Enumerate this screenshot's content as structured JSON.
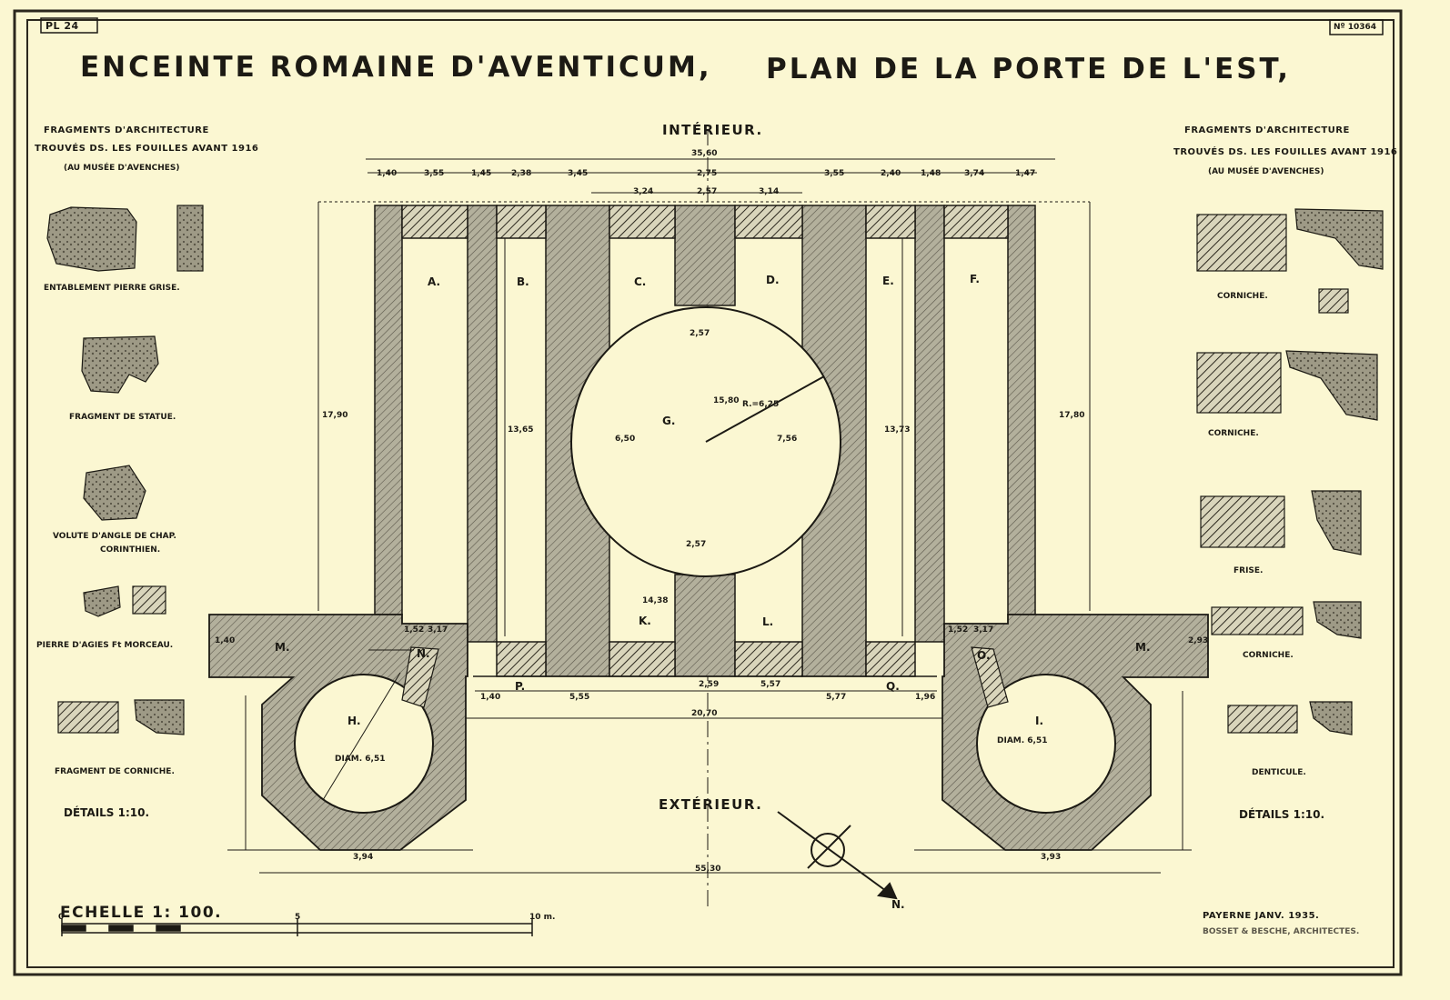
{
  "sheet": {
    "badge": "PL 24",
    "ref": "Nº 10364",
    "title_left": "ENCEINTE ROMAINE D'AVENTICUM,",
    "title_right": "PLAN DE LA PORTE DE L'EST,",
    "interior": "INTÉRIEUR.",
    "exterior": "EXTÉRIEUR.",
    "north": "N.",
    "scale": "ECHELLE 1: 100.",
    "scale_start": "0",
    "scale_mid": "5",
    "scale_end": "10 m.",
    "date": "PAYERNE JANV. 1935.",
    "architects": "BOSSET & BESCHE, ARCHITECTES."
  },
  "left_panel": {
    "heading_1": "FRAGMENTS D'ARCHITECTURE",
    "heading_2": "TROUVÉS DS. LES FOUILLES AVANT 1916",
    "heading_3": "(AU MUSÉE D'AVENCHES)",
    "items": [
      {
        "caption": "ENTABLEMENT PIERRE GRISE."
      },
      {
        "caption": "FRAGMENT DE STATUE."
      },
      {
        "caption": "VOLUTE D'ANGLE DE CHAP.",
        "caption2": "CORINTHIEN."
      },
      {
        "caption": "PIERRE D'AGIES Ft MORCEAU."
      },
      {
        "caption": "FRAGMENT DE CORNICHE."
      }
    ],
    "details": "DÉTAILS 1:10."
  },
  "right_panel": {
    "heading_1": "FRAGMENTS D'ARCHITECTURE",
    "heading_2": "TROUVÉS DS. LES FOUILLES AVANT 1916",
    "heading_3": "(AU MUSÉE D'AVENCHES)",
    "items": [
      {
        "caption": "CORNICHE."
      },
      {
        "caption": "CORNICHE."
      },
      {
        "caption": "FRISE."
      },
      {
        "caption": "CORNICHE."
      },
      {
        "caption": "DENTICULE."
      }
    ],
    "details": "DÉTAILS 1:10."
  },
  "plan": {
    "rooms": [
      "A.",
      "B.",
      "C.",
      "D.",
      "E.",
      "F.",
      "G.",
      "H.",
      "I.",
      "K.",
      "L.",
      "M.",
      "N.",
      "O.",
      "P.",
      "Q."
    ],
    "dims": {
      "overall_top": "35,60",
      "overall_bottom": "55,30",
      "inner_bottom": "20,70",
      "top_1": "1,40",
      "top_2": "3,55",
      "top_3": "1,45",
      "top_4": "2,38",
      "top_5": "3,45",
      "top_6": "2,75",
      "top_7": "3,55",
      "top_8": "2,40",
      "top_9": "1,48",
      "top_10": "3,74",
      "top_11": "1,47",
      "top_c1": "3,24",
      "top_c2": "2,57",
      "top_c3": "3,14",
      "left_height": "17,90",
      "right_height": "17,80",
      "b_height": "13,65",
      "e_height": "13,73",
      "circle_v": "15,80",
      "circle_r": "R.=6,25",
      "circle_top": "2,57",
      "circle_bottom": "2,57",
      "circle_l": "6,50",
      "circle_r2": "7,56",
      "kl": "14,38",
      "h_diam": "DIAM. 6,51",
      "i_diam": "DIAM. 6,51",
      "h_base": "3,94",
      "i_base": "3,93",
      "bot_1": "1,40",
      "bot_2": "5,55",
      "bot_3": "2,59",
      "bot_4": "5,57",
      "bot_5": "5,77",
      "bot_6": "1,96",
      "pier_a1": "1,52",
      "pier_a2": "3,17",
      "pier_a3": "1,52",
      "pier_f1": "3,17",
      "side_l": "1,40",
      "side_r": "2,93"
    }
  },
  "colors": {
    "paper": "#fbf7d2",
    "ink": "#1c1a14",
    "masonry": "#a9a692",
    "frame": "#2b271d"
  }
}
